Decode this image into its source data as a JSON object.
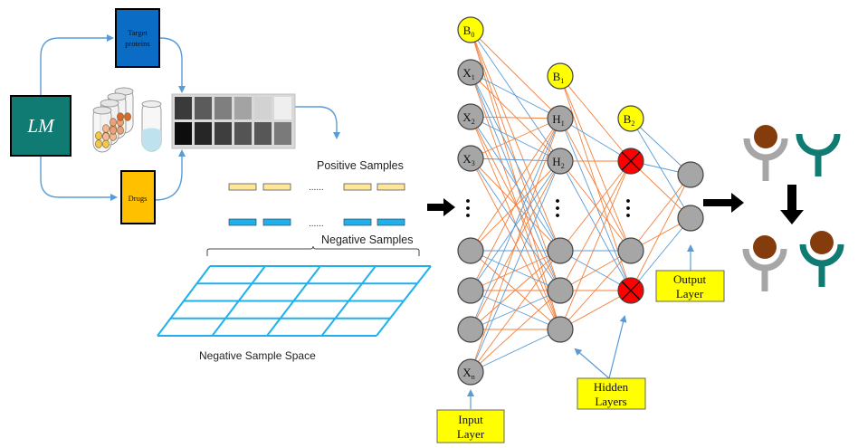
{
  "left_panel": {
    "lm_box": {
      "label": "LM",
      "color": "#0f7b73"
    },
    "target_proteins_box": {
      "label_line1": "Target",
      "label_line2": "proteins",
      "color": "#0a6cc4"
    },
    "drugs_box": {
      "label": "Drugs",
      "color": "#ffc000"
    },
    "matrix": {
      "row1": [
        "#3a3a3a",
        "#5b5b5b",
        "#7f7f7f",
        "#a3a3a3",
        "#d2d2d2",
        "#efefef"
      ],
      "row2": [
        "#0d0d0d",
        "#262626",
        "#3e3e3e",
        "#545454",
        "#575757",
        "#7a7a7a"
      ]
    }
  },
  "samples": {
    "positive_label": "Positive Samples",
    "negative_label": "Negative Samples",
    "ellipsis": "......",
    "positive_color": "#ffe699",
    "negative_color": "#1fb0ee",
    "space_label": "Negative Sample Space",
    "grid_color": "#1fb0ee"
  },
  "network": {
    "input_nodes": [
      {
        "id": "B",
        "sub": "0",
        "type": "bias"
      },
      {
        "id": "X",
        "sub": "1",
        "type": "input"
      },
      {
        "id": "X",
        "sub": "2",
        "type": "input"
      },
      {
        "id": "X",
        "sub": "3",
        "type": "input"
      },
      {
        "id": "",
        "sub": "",
        "type": "dots"
      },
      {
        "id": "",
        "sub": "",
        "type": "input"
      },
      {
        "id": "",
        "sub": "",
        "type": "input"
      },
      {
        "id": "",
        "sub": "",
        "type": "input"
      },
      {
        "id": "X",
        "sub": "n",
        "type": "input"
      }
    ],
    "hidden1_nodes": [
      {
        "id": "B",
        "sub": "1",
        "type": "bias"
      },
      {
        "id": "H",
        "sub": "1",
        "type": "hidden"
      },
      {
        "id": "H",
        "sub": "2",
        "type": "hidden"
      },
      {
        "id": "",
        "sub": "",
        "type": "dots"
      },
      {
        "id": "",
        "sub": "",
        "type": "hidden"
      },
      {
        "id": "",
        "sub": "",
        "type": "hidden"
      },
      {
        "id": "",
        "sub": "",
        "type": "hidden"
      }
    ],
    "hidden2_nodes": [
      {
        "id": "B",
        "sub": "2",
        "type": "bias"
      },
      {
        "id": "",
        "sub": "",
        "type": "dropout"
      },
      {
        "id": "",
        "sub": "",
        "type": "dots"
      },
      {
        "id": "",
        "sub": "",
        "type": "hidden"
      },
      {
        "id": "",
        "sub": "",
        "type": "dropout"
      }
    ],
    "output_nodes": [
      {
        "id": "",
        "sub": "",
        "type": "output"
      },
      {
        "id": "",
        "sub": "",
        "type": "output"
      }
    ],
    "labels": {
      "input_line1": "Input",
      "input_line2": "Layer",
      "hidden_line1": "Hidden",
      "hidden_line2": "Layers",
      "output_line1": "Output",
      "output_line2": "Layer"
    },
    "colors": {
      "bias": "#ffff00",
      "node": "#a6a6a6",
      "dropout": "#ff0000",
      "edge_orange": "#f4803b",
      "edge_blue": "#5b9bd5",
      "label_bg": "#ffff00"
    }
  },
  "binding": {
    "ligand_color": "#843c0c",
    "receptor_gray": "#a6a6a6",
    "receptor_teal": "#0f7b73"
  }
}
